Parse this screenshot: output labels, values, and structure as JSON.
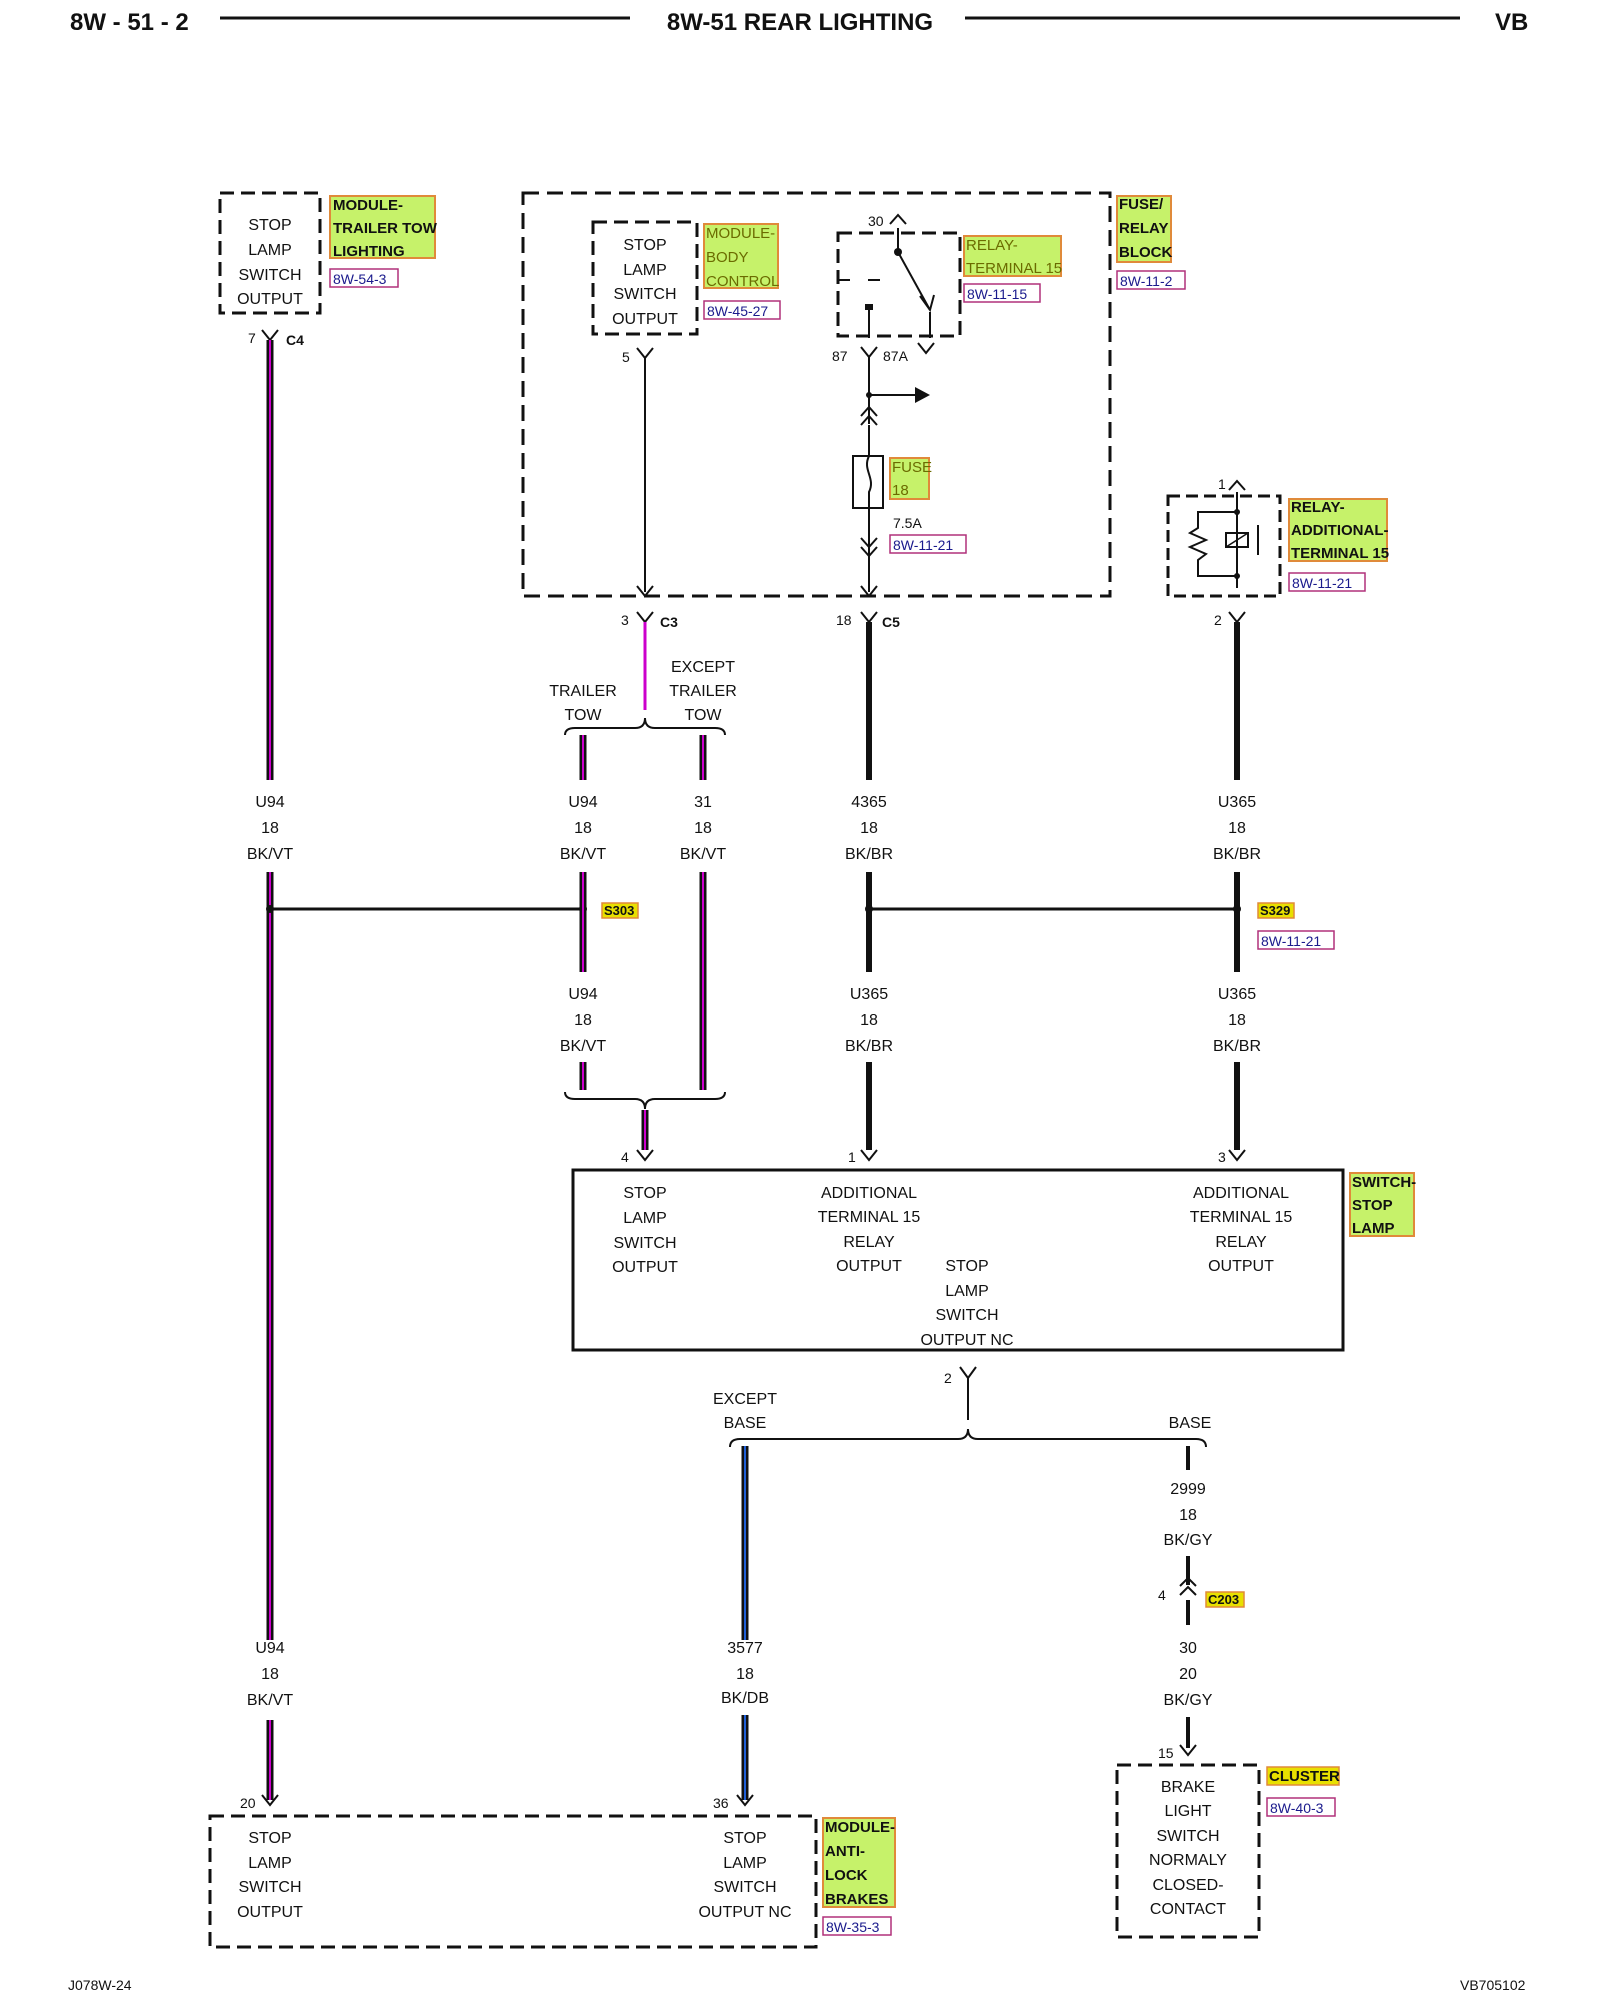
{
  "header": {
    "left": "8W - 51 - 2",
    "center": "8W-51 REAR LIGHTING",
    "right": "VB"
  },
  "footer": {
    "left": "J078W-24",
    "right": "VB705102"
  },
  "components": {
    "trailer_tow": {
      "label": [
        "MODULE-",
        "TRAILER TOW",
        "LIGHTING"
      ],
      "ref": "8W-54-3",
      "pin_text": [
        "STOP",
        "LAMP",
        "SWITCH",
        "OUTPUT"
      ],
      "pin": "7",
      "connector": "C4"
    },
    "body_control": {
      "label": [
        "MODULE-",
        "BODY",
        "CONTROL"
      ],
      "ref": "8W-45-27",
      "pin_text": [
        "STOP",
        "LAMP",
        "SWITCH",
        "OUTPUT"
      ],
      "pin": "5"
    },
    "relay_t15": {
      "label": [
        "RELAY-",
        "TERMINAL 15"
      ],
      "ref": "8W-11-15",
      "pin_30": "30",
      "pin_87": "87",
      "pin_87a": "87A"
    },
    "fuse_relay_block": {
      "label": [
        "FUSE/",
        "RELAY",
        "BLOCK"
      ],
      "ref": "8W-11-2",
      "pin_c3": "3",
      "conn_c3": "C3",
      "pin_c5": "18",
      "conn_c5": "C5"
    },
    "fuse18": {
      "label": [
        "FUSE",
        "18"
      ],
      "rating": "7.5A",
      "ref": "8W-11-21"
    },
    "relay_add_t15": {
      "label": [
        "RELAY-",
        "ADDITIONAL-",
        "TERMINAL 15"
      ],
      "ref": "8W-11-21",
      "pin_top": "1",
      "pin_bottom": "2"
    },
    "switch_stop_lamp": {
      "label": [
        "SWITCH-",
        "STOP",
        "LAMP"
      ],
      "pin4": "4",
      "pin1": "1",
      "pin3": "3",
      "pin2": "2",
      "text_pin4": [
        "STOP",
        "LAMP",
        "SWITCH",
        "OUTPUT"
      ],
      "text_pin1": [
        "ADDITIONAL",
        "TERMINAL 15",
        "RELAY",
        "OUTPUT"
      ],
      "text_pin3": [
        "ADDITIONAL",
        "TERMINAL 15",
        "RELAY",
        "OUTPUT"
      ],
      "text_pin2": [
        "STOP",
        "LAMP",
        "SWITCH",
        "OUTPUT NC"
      ]
    },
    "abs": {
      "label": [
        "MODULE-",
        "ANTI-",
        "LOCK",
        "BRAKES"
      ],
      "ref": "8W-35-3",
      "pin20": "20",
      "pin36": "36",
      "text_pin20": [
        "STOP",
        "LAMP",
        "SWITCH",
        "OUTPUT"
      ],
      "text_pin36": [
        "STOP",
        "LAMP",
        "SWITCH",
        "OUTPUT NC"
      ]
    },
    "cluster": {
      "label": "CLUSTER",
      "ref": "8W-40-3",
      "pin": "15",
      "text": [
        "BRAKE",
        "LIGHT",
        "SWITCH",
        "NORMALY",
        "CLOSED-",
        "CONTACT"
      ]
    }
  },
  "branches": {
    "trailer_tow": [
      "TRAILER",
      "TOW"
    ],
    "except_trailer_tow": [
      "EXCEPT",
      "TRAILER",
      "TOW"
    ],
    "except_base": [
      "EXCEPT",
      "BASE"
    ],
    "base": "BASE"
  },
  "splices": {
    "s303": "S303",
    "s329": "S329",
    "s329_ref": "8W-11-21",
    "c203": "C203",
    "c203_pin_top": "4"
  },
  "wires": {
    "w_u94_left_top": [
      "U94",
      "18",
      "BK/VT"
    ],
    "w_u94_mid_top": [
      "U94",
      "18",
      "BK/VT"
    ],
    "w_31": [
      "31",
      "18",
      "BK/VT"
    ],
    "w_4365": [
      "4365",
      "18",
      "BK/BR"
    ],
    "w_u365_right_top": [
      "U365",
      "18",
      "BK/BR"
    ],
    "w_u94_mid_bot": [
      "U94",
      "18",
      "BK/VT"
    ],
    "w_u365_mid_bot": [
      "U365",
      "18",
      "BK/BR"
    ],
    "w_u365_right_bot": [
      "U365",
      "18",
      "BK/BR"
    ],
    "w_u94_left_bot": [
      "U94",
      "18",
      "BK/VT"
    ],
    "w_3577": [
      "3577",
      "18",
      "BK/DB"
    ],
    "w_2999": [
      "2999",
      "18",
      "BK/GY"
    ],
    "w_30": [
      "30",
      "20",
      "BK/GY"
    ]
  },
  "colors": {
    "wire_violet": "#cc00cc",
    "wire_blue": "#1f5fd6",
    "label_highlight": "#c6f26a",
    "label_border": "#e08a3a",
    "ref_border": "#b0307a"
  }
}
